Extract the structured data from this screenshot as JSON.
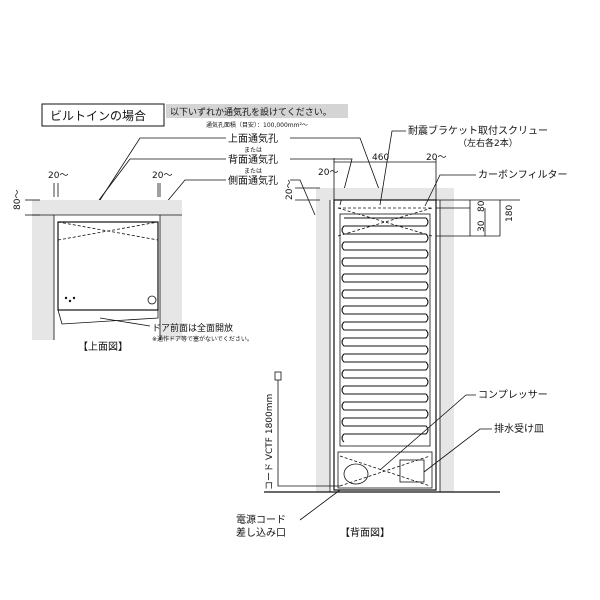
{
  "title": "ビルトインの場合",
  "instruction": "以下いずれか通気孔を設けてください。",
  "vent_area_note": "通気孔面積（目安）：100,000mm²〜",
  "vents": {
    "top": "上面通気孔",
    "or1": "または",
    "back": "背面通気孔",
    "or2": "または",
    "side": "側面通気孔"
  },
  "top_view": {
    "caption": "【上面図】",
    "door_note": "ドア前面は全面開放",
    "door_subnote": "※通作ドア等で塞がないでください。",
    "dim_left": "20〜",
    "dim_right": "20〜",
    "dim_side": "80〜"
  },
  "back_view": {
    "caption": "【背面図】",
    "bracket_label": "耐震ブラケット取付スクリュー",
    "bracket_sub": "（左右各2本）",
    "carbon_filter": "カーボンフィルター",
    "compressor": "コンプレッサー",
    "drain_pan": "排水受け皿",
    "power_cord": "電源コード",
    "cord_inlet": "差し込み口",
    "cord_spec": "コード VCTF 1800mm",
    "dim_460": "460",
    "dim_left": "20〜",
    "dim_right": "20〜",
    "dim_top": "20〜",
    "dim_30": "30",
    "dim_80": "80",
    "dim_180": "180"
  },
  "colors": {
    "wall": "#e6e6e6",
    "line": "#111111"
  }
}
